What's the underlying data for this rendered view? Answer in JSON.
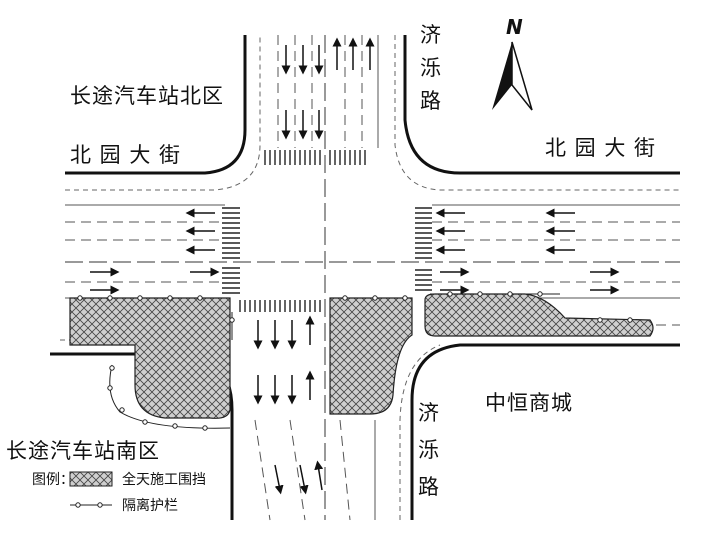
{
  "labels": {
    "north_bus_station": "长途汽车站北区",
    "south_bus_station": "长途汽车站南区",
    "road_beiyuan_left": "北 园 大 街",
    "road_beiyuan_right": "北 园 大 街",
    "road_jiluo_top": [
      "济",
      "泺",
      "路"
    ],
    "road_jiluo_bottom": [
      "济",
      "泺",
      "路"
    ],
    "mall": "中恒商城",
    "north_arrow": "N"
  },
  "legend": {
    "title": "图例：",
    "construction_label": "全天施工围挡",
    "barrier_label": "隔离护栏"
  },
  "colors": {
    "road_edge": "#111111",
    "lane_line": "#555555",
    "hatch": "#333333",
    "construction_fill": "#c8c8c8"
  }
}
